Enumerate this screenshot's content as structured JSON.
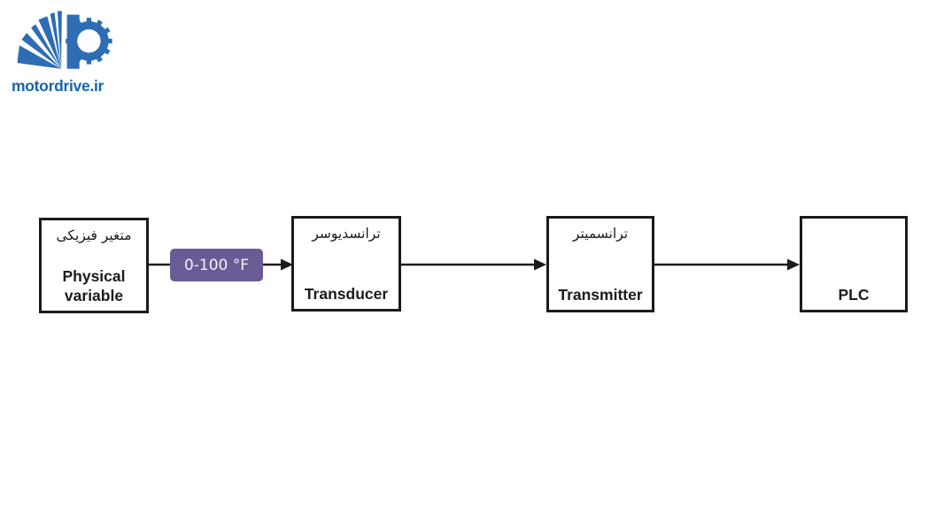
{
  "colors": {
    "logo_blue": "#2e6db4",
    "logo_text_blue": "#1565b0",
    "badge_bg": "#6a5b95",
    "badge_text": "#f4f2f8",
    "ink": "#1b1b1b",
    "background": "#ffffff"
  },
  "logo": {
    "text": "motordrive.ir",
    "icon": "motordrive-gear-logo"
  },
  "diagram": {
    "badge": {
      "label": "0-100 °F"
    },
    "nodes": [
      {
        "label_fa": "متغیر فیزیکی",
        "label_en": "Physical\nvariable"
      },
      {
        "label_fa": "ترانسدیوسر",
        "label_en": "Transducer"
      },
      {
        "label_fa": "ترانسمیتر",
        "label_en": "Transmitter"
      },
      {
        "label_fa": "",
        "label_en": "PLC"
      }
    ]
  }
}
